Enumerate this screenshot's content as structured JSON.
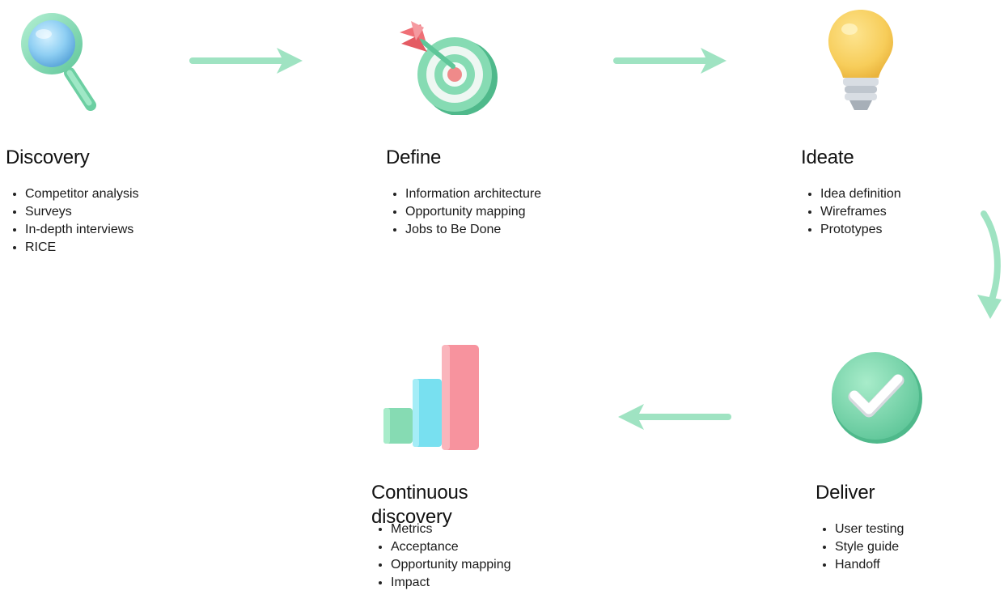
{
  "stages": {
    "discovery": {
      "title": "Discovery",
      "icon": "magnifier-icon",
      "items": [
        "Competitor analysis",
        "Surveys",
        "In-depth interviews",
        "RICE"
      ]
    },
    "define": {
      "title": "Define",
      "icon": "target-dart-icon",
      "items": [
        "Information architecture",
        "Opportunity mapping",
        "Jobs to Be Done"
      ]
    },
    "ideate": {
      "title": "Ideate",
      "icon": "lightbulb-icon",
      "items": [
        "Idea definition",
        "Wireframes",
        "Prototypes"
      ]
    },
    "deliver": {
      "title": "Deliver",
      "icon": "checkmark-badge-icon",
      "items": [
        "User testing",
        "Style guide",
        "Handoff"
      ]
    },
    "continuous": {
      "title": "Continuous discovery",
      "icon": "bar-chart-icon",
      "items": [
        "Metrics",
        "Acceptance",
        "Opportunity mapping",
        "Impact"
      ]
    }
  },
  "colors": {
    "arrow": "#9fe3c2",
    "mint": "#86dbb3",
    "mint_dark": "#5fc699",
    "target_pink": "#ef8a8a",
    "bar_blue": "#78e0f0",
    "bar_pink": "#f7939e",
    "bulb_yellow": "#f7cd5a"
  }
}
